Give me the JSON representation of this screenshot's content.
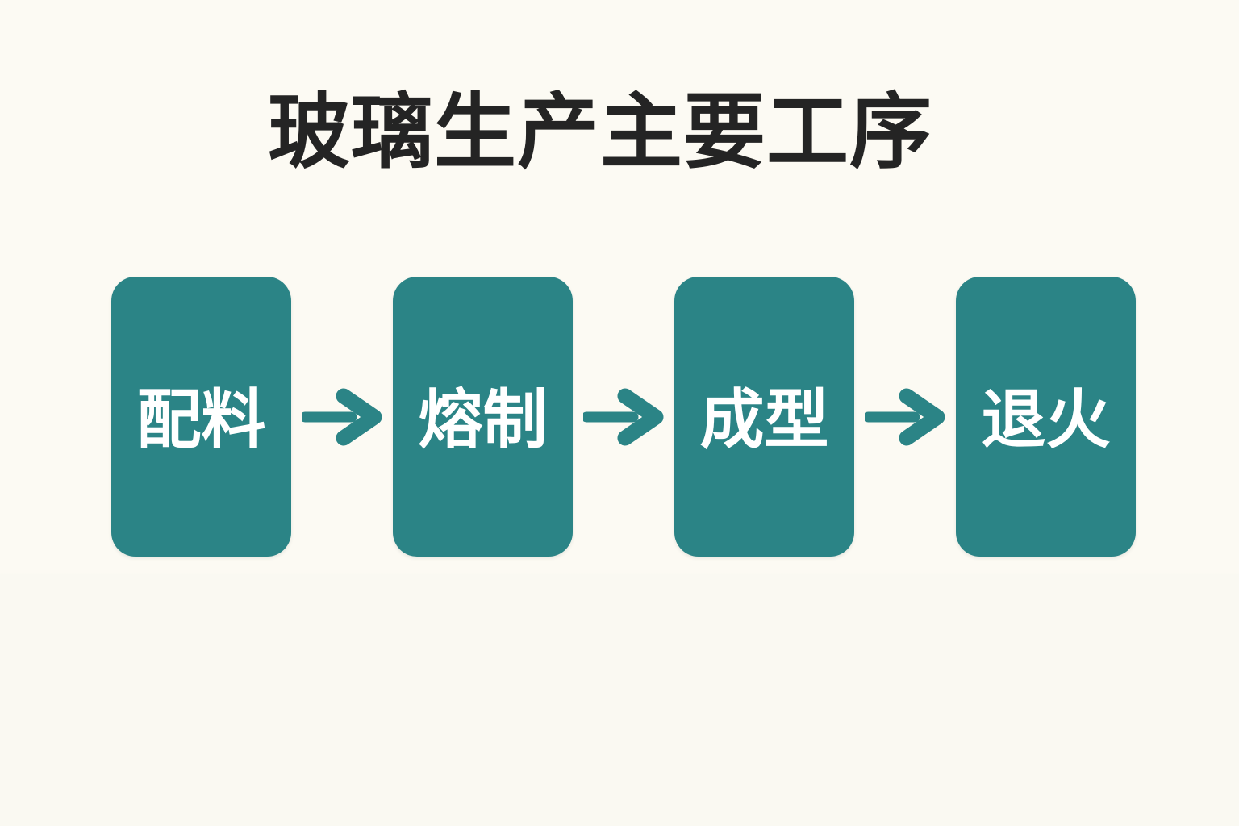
{
  "title": "玻璃生产主要工序",
  "colors": {
    "background": "#FCFAF3",
    "background_lower": "#FAF9F2",
    "box": "#2B8486",
    "box_text": "#FFFFFF",
    "title_text": "#242424",
    "arrow": "#2B8486"
  },
  "flow": {
    "steps": [
      {
        "label": "配料"
      },
      {
        "label": "熔制"
      },
      {
        "label": "成型"
      },
      {
        "label": "退火"
      }
    ],
    "connector_icon": "arrow-right-icon"
  }
}
